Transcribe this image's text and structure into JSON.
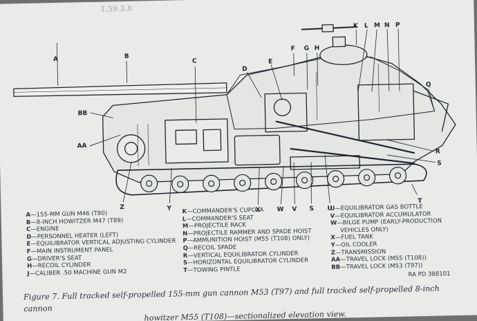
{
  "pencil_note": "1.59.3.8",
  "callouts": {
    "A": "A",
    "B": "B",
    "BB": "BB",
    "AA": "AA",
    "C": "C",
    "D": "D",
    "E": "E",
    "F": "F",
    "G": "G",
    "H": "H",
    "K": "K",
    "L": "L",
    "M": "M",
    "N": "N",
    "P": "P",
    "Q": "Q",
    "R": "R",
    "S": "S",
    "T": "T",
    "U": "U",
    "V": "V",
    "W": "W",
    "X": "X",
    "Y": "Y",
    "Z": "Z"
  },
  "legend": {
    "col1": [
      {
        "key": "A",
        "text": "155-MM GUN M46 (T80)"
      },
      {
        "key": "B",
        "text": "8-INCH HOWITZER M47 (T89)"
      },
      {
        "key": "C",
        "text": "ENGINE"
      },
      {
        "key": "D",
        "text": "PERSONNEL HEATER (LEFT)"
      },
      {
        "key": "E",
        "text": "EQUILIBRATOR VERTICAL ADJUSTING CYLINDER"
      },
      {
        "key": "F",
        "text": "MAIN INSTRUMENT PANEL"
      },
      {
        "key": "G",
        "text": "DRIVER'S SEAT"
      },
      {
        "key": "H",
        "text": "RECOIL CYLINDER"
      },
      {
        "key": "J",
        "text": "CALIBER .50 MACHINE GUN M2"
      }
    ],
    "col2": [
      {
        "key": "K",
        "text": "COMMANDER'S CUPOLA"
      },
      {
        "key": "L",
        "text": "COMMANDER'S SEAT"
      },
      {
        "key": "M",
        "text": "PROJECTILE RACK"
      },
      {
        "key": "N",
        "text": "PROJECTILE RAMMER AND SPADE HOIST"
      },
      {
        "key": "P",
        "text": "AMMUNITION HOIST (M55 (T108) ONLY)"
      },
      {
        "key": "Q",
        "text": "RECOIL SPADE"
      },
      {
        "key": "R",
        "text": "VERTICAL EQUILIBRATOR CYLINDER"
      },
      {
        "key": "S",
        "text": "HORIZONTAL EQUILIBRATOR CYLINDER"
      },
      {
        "key": "T",
        "text": "TOWING PINTLE"
      }
    ],
    "col3": [
      {
        "key": "U",
        "text": "EQUILIBRATOR GAS BOTTLE"
      },
      {
        "key": "V",
        "text": "EQUILIBRATOR ACCUMULATOR"
      },
      {
        "key": "W",
        "text": "BILGE PUMP (EARLY-PRODUCTION"
      },
      {
        "key": "",
        "text": "VEHICLES ONLY)"
      },
      {
        "key": "X",
        "text": "FUEL TANK"
      },
      {
        "key": "Y",
        "text": "OIL COOLER"
      },
      {
        "key": "Z",
        "text": "TRANSMISSION"
      },
      {
        "key": "AA",
        "text": "TRAVEL LOCK (M55 (T108))"
      },
      {
        "key": "BB",
        "text": "TRAVEL LOCK (M53 (T97))"
      }
    ]
  },
  "ra_pd": "RA PD 388101",
  "caption": {
    "line1": "Figure 7.  Full tracked self-propelled 155-mm gun cannon M53 (T97) and full tracked self-propelled 8-inch cannon",
    "line2": "howitzer M55 (T108)—sectionalized elevation view."
  },
  "colors": {
    "ink": "#20242e",
    "paper": "#e9ebe8",
    "background": "#6f6f6f"
  }
}
